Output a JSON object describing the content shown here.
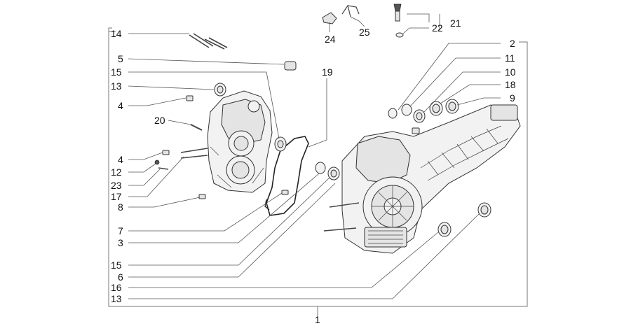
{
  "diagram": {
    "labels": {
      "l14": "14",
      "l5": "5",
      "l15a": "15",
      "l13a": "13",
      "l4a": "4",
      "l20": "20",
      "l4b": "4",
      "l12": "12",
      "l23": "23",
      "l17": "17",
      "l8": "8",
      "l7": "7",
      "l3": "3",
      "l15b": "15",
      "l6": "6",
      "l16": "16",
      "l13b": "13",
      "l1": "1",
      "l19": "19",
      "l24": "24",
      "l25": "25",
      "l21": "21",
      "l22": "22",
      "l2": "2",
      "l11": "11",
      "l10": "10",
      "l18": "18",
      "l9": "9"
    }
  }
}
